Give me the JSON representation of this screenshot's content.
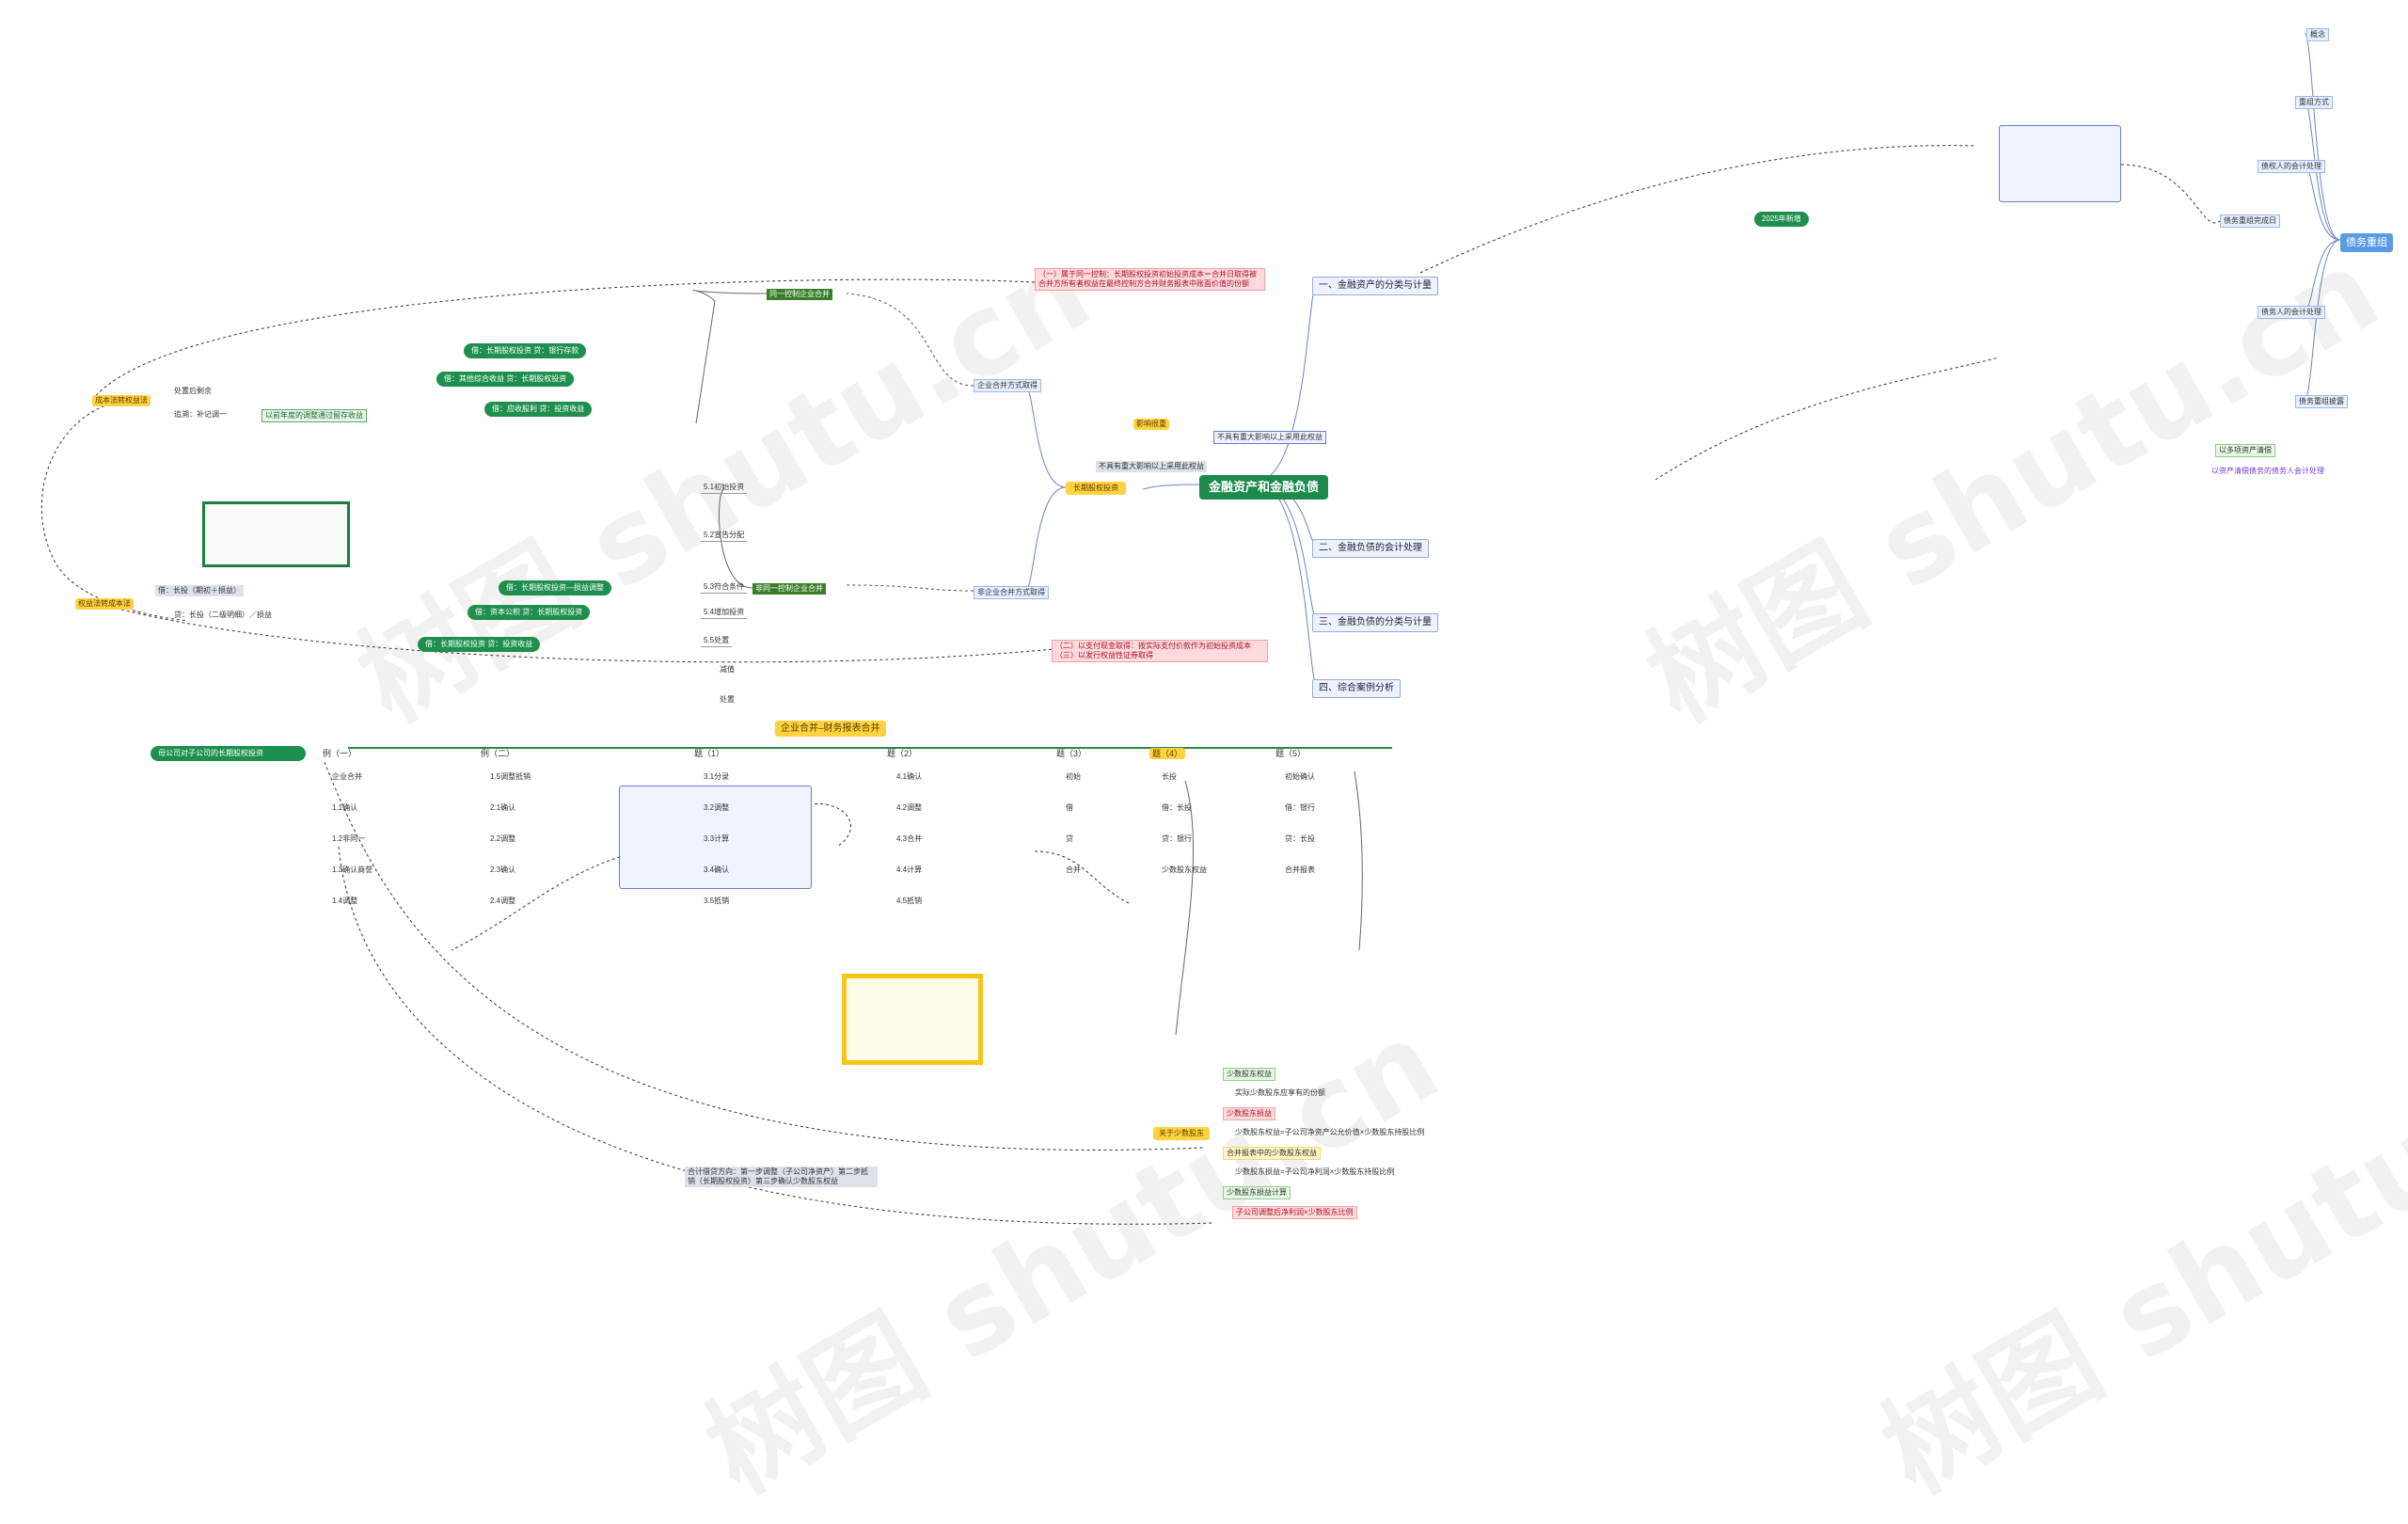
{
  "root": {
    "title": "金融资产和金融负债"
  },
  "right": {
    "header": "债务重组",
    "concept": "概念",
    "method": "重组方式",
    "creditor": "债权人的会计处理",
    "debtor": "债务人的会计处理",
    "disclosure": "债务重组披露",
    "note1": "以多项资产清偿",
    "note2": "以资产清偿债务的债务人会计处理",
    "trigger": "债务重组完成日"
  },
  "top_sections": {
    "s1": "一、金融资产的分类与计量",
    "s2": "二、金融负债的会计处理",
    "s3": "三、金融负债的分类与计量",
    "s4": "四、综合案例分析",
    "note_year": "2025年新增"
  },
  "middle_left": {
    "a1": "长期股权投资",
    "a2": "影响很重",
    "a3": "不具有重大影响以上采用此权益",
    "a4": "同一控制企业合并",
    "a5": "非同一控制企业合并",
    "a6": "非企业合并方式取得",
    "a7": "企业合并方式取得",
    "pink1": "（一）属于同一控制：长期股权投资初始投资成本＝合并日取得被合并方所有者权益在最终控制方合并财务报表中账面价值的份额",
    "pink2": "（二）以支付现金取得：按实际支付价款作为初始投资成本（三）以发行权益性证券取得"
  },
  "left": {
    "cost_to_equity": "成本法转权益法",
    "equity_to_cost": "权益法转成本法",
    "keep": "处置后剩余",
    "item1": "追溯：补记调一",
    "item2": "以前年度的调整通过留存收益",
    "debit": "借：长投（期初＋损益）",
    "credit": "贷：长投（二级明细）／损益",
    "branch51": "5.1初始投资",
    "branch52": "5.2宣告分配",
    "branch53": "5.3符合条件",
    "branch54": "5.4增加投资",
    "branch55": "5.5处置",
    "g1": "借：长期股权投资 贷：银行存款",
    "g2": "借：其他综合收益 贷：长期股权投资",
    "g3": "借：应收股利 贷：投资收益",
    "g4": "借：长期股权投资—损益调整",
    "g5": "借：资本公积 贷：长期股权投资",
    "g6": "借：长期股权投资 贷：投资收益",
    "reduce": "减值",
    "dispose": "处置"
  },
  "bottom": {
    "header": "企业合并–财务报表合并",
    "cols": [
      "例（一）",
      "例（二）",
      "题（1）",
      "题（2）",
      "题（3）",
      "题（4）",
      "题（5）"
    ],
    "c0": [
      "企业合并",
      "1.1确认",
      "1.2非同一",
      "1.3确认商誉",
      "1.4调整"
    ],
    "c1": [
      "1.5调整抵销",
      "2.1确认",
      "2.2调整",
      "2.3确认",
      "2.4调整"
    ],
    "c2": [
      "3.1分录",
      "3.2调整",
      "3.3计算",
      "3.4确认",
      "3.5抵销"
    ],
    "c3": [
      "4.1确认",
      "4.2调整",
      "4.3合并",
      "4.4计算",
      "4.5抵销"
    ],
    "c4": [
      "初始",
      "借",
      "贷",
      "合并"
    ],
    "c5": [
      "长投",
      "借：长投",
      "贷：银行",
      "少数股东权益"
    ],
    "c6": [
      "初始确认",
      "借：银行",
      "贷：长投",
      "合并报表"
    ],
    "minority_title": "关于少数股东",
    "minority": [
      "少数股东权益",
      "实际少数股东应享有的份额",
      "少数股东损益",
      "少数股东权益=子公司净资产公允价值×少数股东持股比例",
      "合并报表中的少数股东权益",
      "少数股东损益=子公司净利润×少数股东持股比例",
      "少数股东损益计算",
      "子公司调整后净利润×少数股东比例"
    ],
    "summary": "合计借贷方向：第一步调整（子公司净资产）第二步抵销（长期股权投资）第三步确认少数股东权益",
    "green_side": "母公司对子公司的长期股权投资"
  },
  "watermark": "树图 shutu.cn"
}
